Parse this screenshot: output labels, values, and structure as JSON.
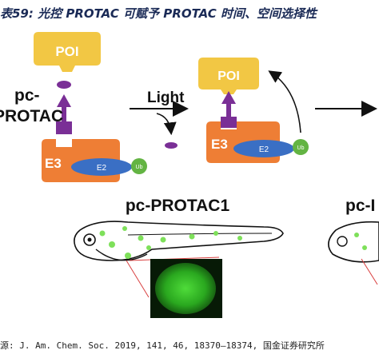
{
  "caption": {
    "title": "表59: 光控 PROTAC 可赋予 PROTAC 时间、空间选择性",
    "source": "源: J. Am. Chem. Soc. 2019, 141, 46, 18370–18374, 国金证券研究所"
  },
  "diagram": {
    "left_panel": {
      "poi": "POI",
      "pc_label_line1": "pc-",
      "pc_label_line2": "PROTAC",
      "e3": "E3",
      "e2": "E2",
      "ub": "Ub"
    },
    "light_label": "Light",
    "right_panel": {
      "poi": "POI",
      "e3": "E3",
      "e2": "E2",
      "ub": "Ub"
    },
    "zebrafish_label_1": "pc-PROTAC1",
    "zebrafish_label_2": "pc-I"
  },
  "colors": {
    "poi": "#f2c744",
    "e3": "#ee7e35",
    "e2": "#3a6fc4",
    "ub": "#63b443",
    "linker": "#7a2f96",
    "dot": "#7ee05a",
    "zoom_line": "#d94040",
    "title": "#1a2a56"
  }
}
